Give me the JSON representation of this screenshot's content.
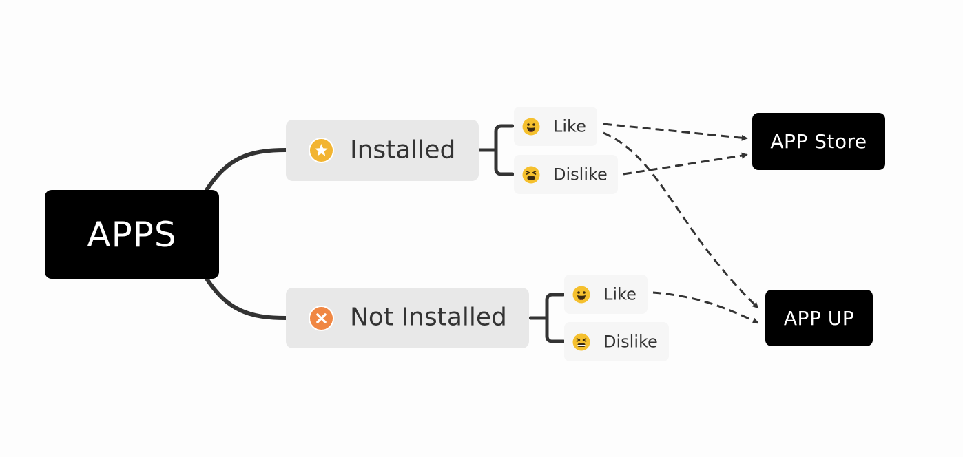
{
  "root": {
    "label": "APPS"
  },
  "branches": [
    {
      "label": "Installed",
      "marker_icon": "star-icon",
      "marker_color": "#f2b431",
      "children": [
        {
          "label": "Like",
          "emoji": "grinning-face-icon"
        },
        {
          "label": "Dislike",
          "emoji": "squinting-face-icon"
        }
      ]
    },
    {
      "label": "Not Installed",
      "marker_icon": "cross-icon",
      "marker_color": "#f08743",
      "children": [
        {
          "label": "Like",
          "emoji": "grinning-face-icon"
        },
        {
          "label": "Dislike",
          "emoji": "squinting-face-icon"
        }
      ]
    }
  ],
  "targets": [
    {
      "label": "APP Store"
    },
    {
      "label": "APP UP"
    }
  ],
  "colors": {
    "root_background": "#000000",
    "branch_background": "#e8e8e8",
    "leaf_background": "#f6f6f6",
    "connector": "#333333",
    "emoji_face": "#f5c02e"
  }
}
